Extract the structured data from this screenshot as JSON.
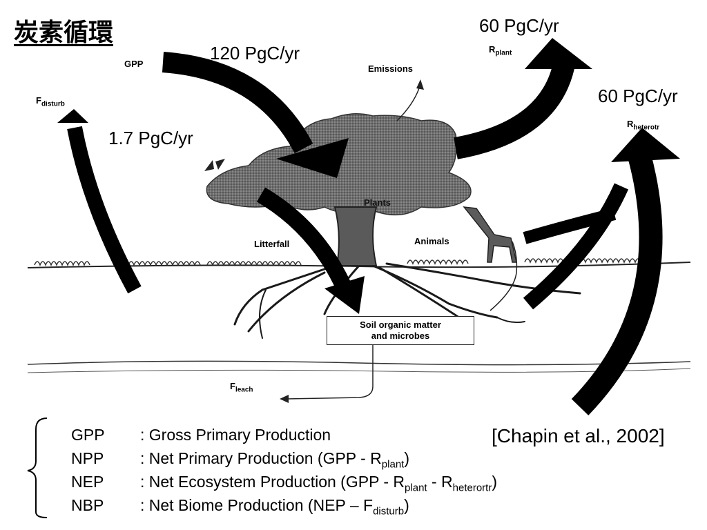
{
  "title": "炭素循環",
  "flux": {
    "gpp": "120 PgC/yr",
    "rplant": "60 PgC/yr",
    "rheterotr": "60 PgC/yr",
    "fdisturb": "1.7 PgC/yr"
  },
  "labels": {
    "gpp": "GPP",
    "emissions": "Emissions",
    "r_main": "R",
    "rplant_sub": "plant",
    "rheterotr_sub": "heterotr",
    "f_main": "F",
    "fdisturb_sub": "disturb",
    "fleach_sub": "leach",
    "plants": "Plants",
    "animals": "Animals",
    "litterfall": "Litterfall",
    "soil_line1": "Soil organic matter",
    "soil_line2": "and microbes"
  },
  "citation": "[Chapin et al., 2002]",
  "legend": [
    {
      "abbr": "GPP",
      "desc": ": Gross Primary Production"
    },
    {
      "abbr": "NPP",
      "desc_pre": ": Net Primary Production (GPP - R",
      "sub1": "plant",
      "desc_post": ")"
    },
    {
      "abbr": "NEP",
      "desc_pre": ": Net Ecosystem Production (GPP - R",
      "sub1": "plant",
      "mid": " - R",
      "sub2": "heterortr",
      "desc_post": ")"
    },
    {
      "abbr": "NBP",
      "desc_pre": ": Net Biome Production (NEP – F",
      "sub1": "disturb",
      "desc_post": ")"
    }
  ]
}
